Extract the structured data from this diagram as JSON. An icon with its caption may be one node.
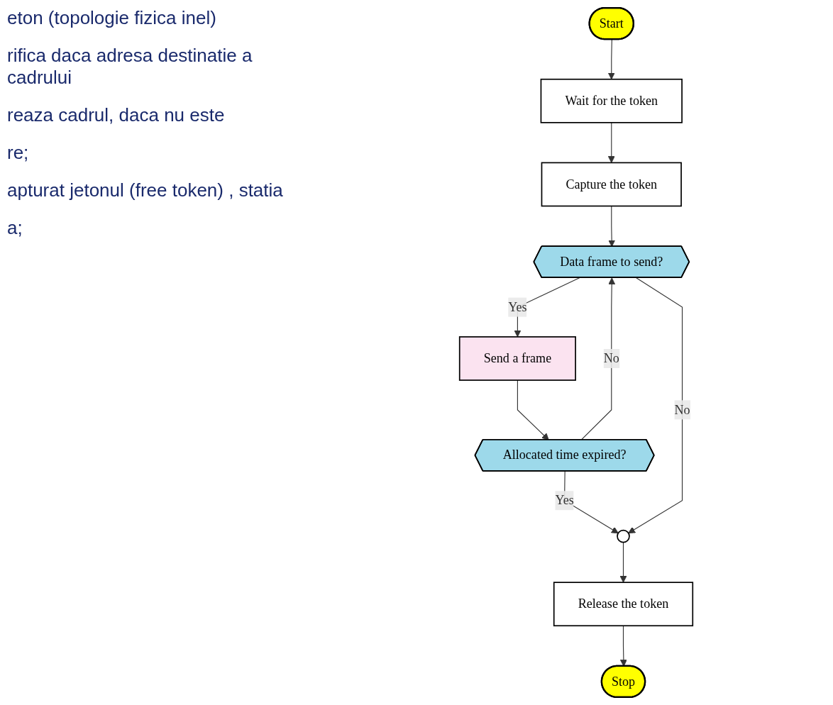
{
  "diagram": {
    "nodes": [
      {
        "text": [
          "Start"
        ]
      },
      {
        "text": [
          "Wait for the token"
        ]
      },
      {
        "text": [
          "Capture the token"
        ]
      },
      {
        "text": [
          "Data frame to send?"
        ]
      },
      {
        "text": [
          "Send a frame"
        ]
      },
      {
        "text": [
          "Allocated time expired?"
        ]
      },
      {
        "text": [],
        "shape": "circle"
      },
      {
        "text": [
          "Release the token"
        ]
      },
      {
        "text": [
          "Stop"
        ]
      }
    ],
    "edges": [
      {
        "from": 0,
        "to": 1,
        "arrow": "to"
      },
      {
        "from": 1,
        "to": 2,
        "arrow": "to"
      },
      {
        "from": 2,
        "to": 3,
        "arrow": "to"
      },
      {
        "from": 3,
        "to": 4,
        "label": "Yes",
        "arrow": "to"
      },
      {
        "from": 4,
        "to": 5,
        "arrow": "to"
      },
      {
        "from": 5,
        "to": 3,
        "label": "No",
        "arrow": "to"
      },
      {
        "from": 5,
        "to": 6,
        "label": "Yes",
        "arrow": "to"
      },
      {
        "from": 3,
        "to": 6,
        "label": "No",
        "arrow": "to"
      },
      {
        "from": 6,
        "to": 7,
        "arrow": "to"
      },
      {
        "from": 7,
        "to": 8,
        "arrow": "to"
      }
    ],
    "labels": [
      "eton (topologie fizica inel)",
      "rifica daca adresa destinatie a cadrului",
      "reaza cadrul, daca nu este",
      "re;",
      "apturat jetonul (free token) , statia",
      "a;"
    ]
  }
}
